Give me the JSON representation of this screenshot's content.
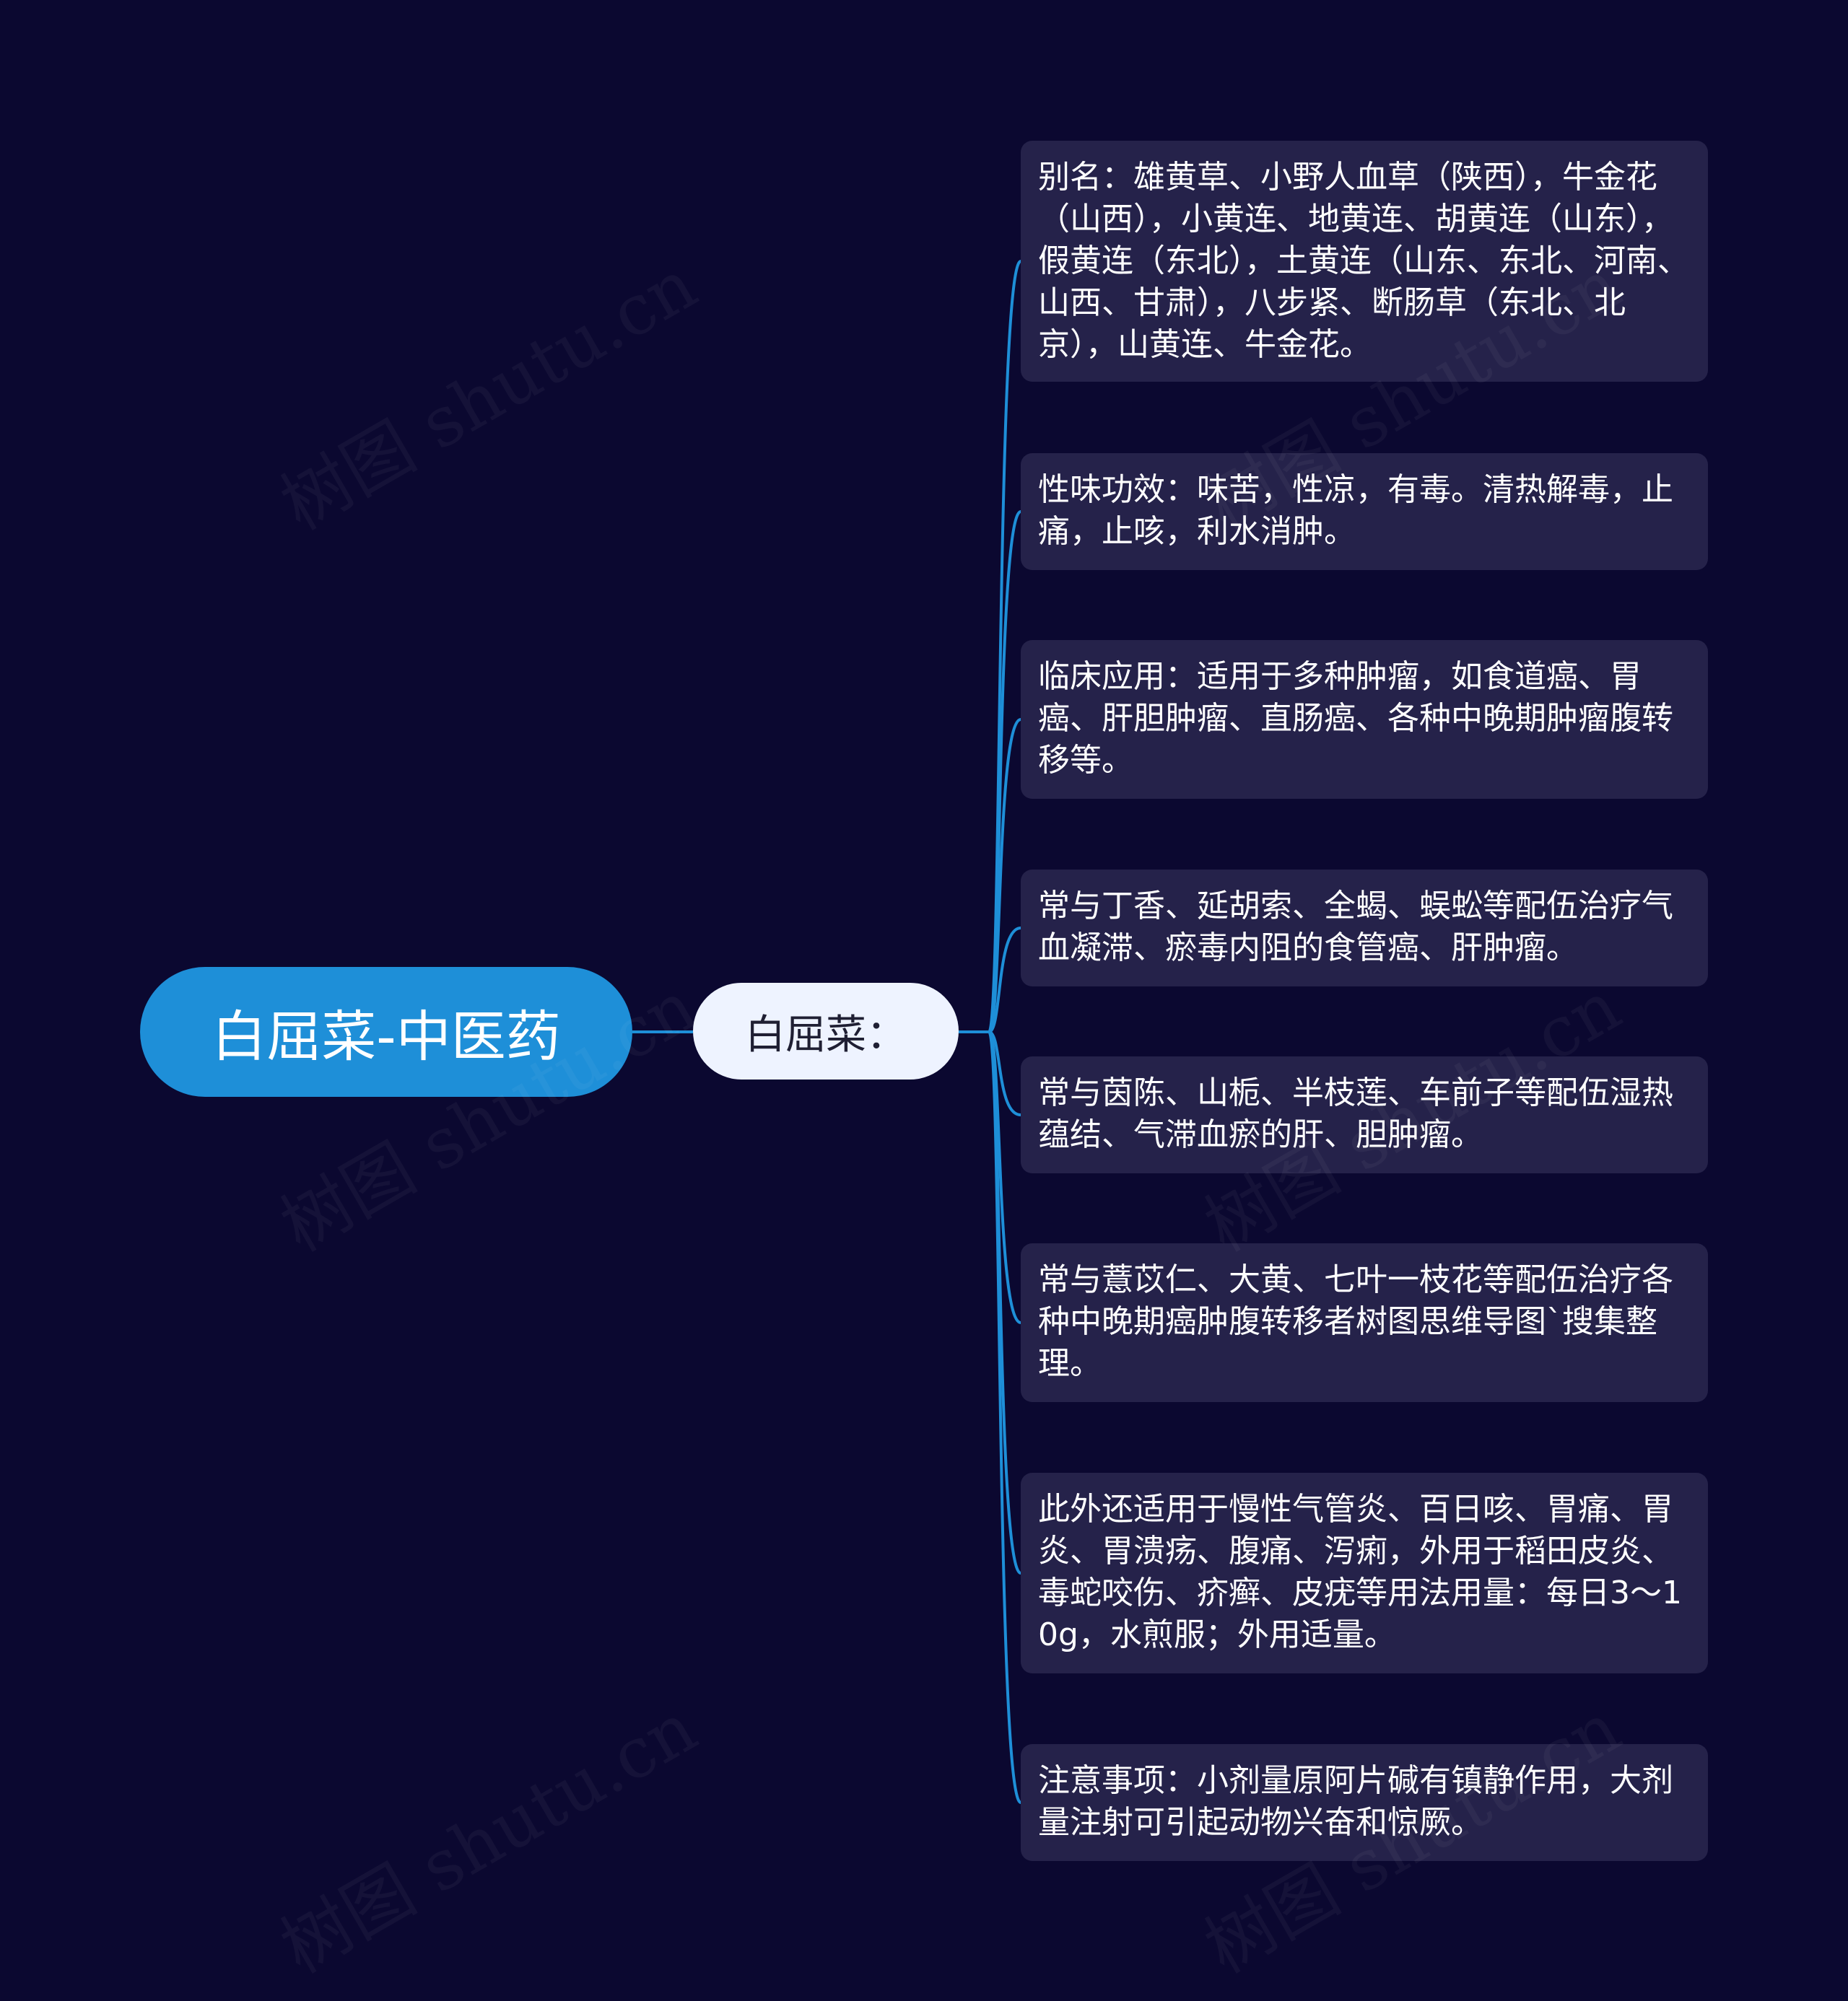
{
  "root": {
    "label": "白屈菜-中医药"
  },
  "branch": {
    "label": "白屈菜："
  },
  "leaves": [
    {
      "text": "别名：雄黄草、小野人血草（陕西），牛金花（山西），小黄连、地黄连、胡黄连（山东），假黄连（东北），土黄连（山东、东北、河南、山西、甘肃），八步紧、断肠草（东北、北京），山黄连、牛金花。"
    },
    {
      "text": "性味功效：味苦，性凉，有毒。清热解毒，止痛，止咳，利水消肿。"
    },
    {
      "text": "临床应用：适用于多种肿瘤，如食道癌、胃癌、肝胆肿瘤、直肠癌、各种中晚期肿瘤腹转移等。"
    },
    {
      "text": "常与丁香、延胡索、全蝎、蜈蚣等配伍治疗气血凝滞、瘀毒内阻的食管癌、肝肿瘤。"
    },
    {
      "text": "常与茵陈、山栀、半枝莲、车前子等配伍湿热蕴结、气滞血瘀的肝、胆肿瘤。"
    },
    {
      "text": "常与薏苡仁、大黄、七叶一枝花等配伍治疗各种中晚期癌肿腹转移者树图思维导图`搜集整理。"
    },
    {
      "text": "此外还适用于慢性气管炎、百日咳、胃痛、胃炎、胃溃疡、腹痛、泻痢，外用于稻田皮炎、毒蛇咬伤、疥癣、皮疣等用法用量：每日3～10g，水煎服；外用适量。"
    },
    {
      "text": "注意事项：小剂量原阿片碱有镇静作用，大剂量注射可引起动物兴奋和惊厥。"
    }
  ],
  "watermark": "树图 shutu.cn",
  "colors": {
    "background": "#0b0830",
    "root": "#1e8fd8",
    "branch": "#eef3ff",
    "leaf": "#25224a",
    "connector": "#1e8fd8"
  }
}
